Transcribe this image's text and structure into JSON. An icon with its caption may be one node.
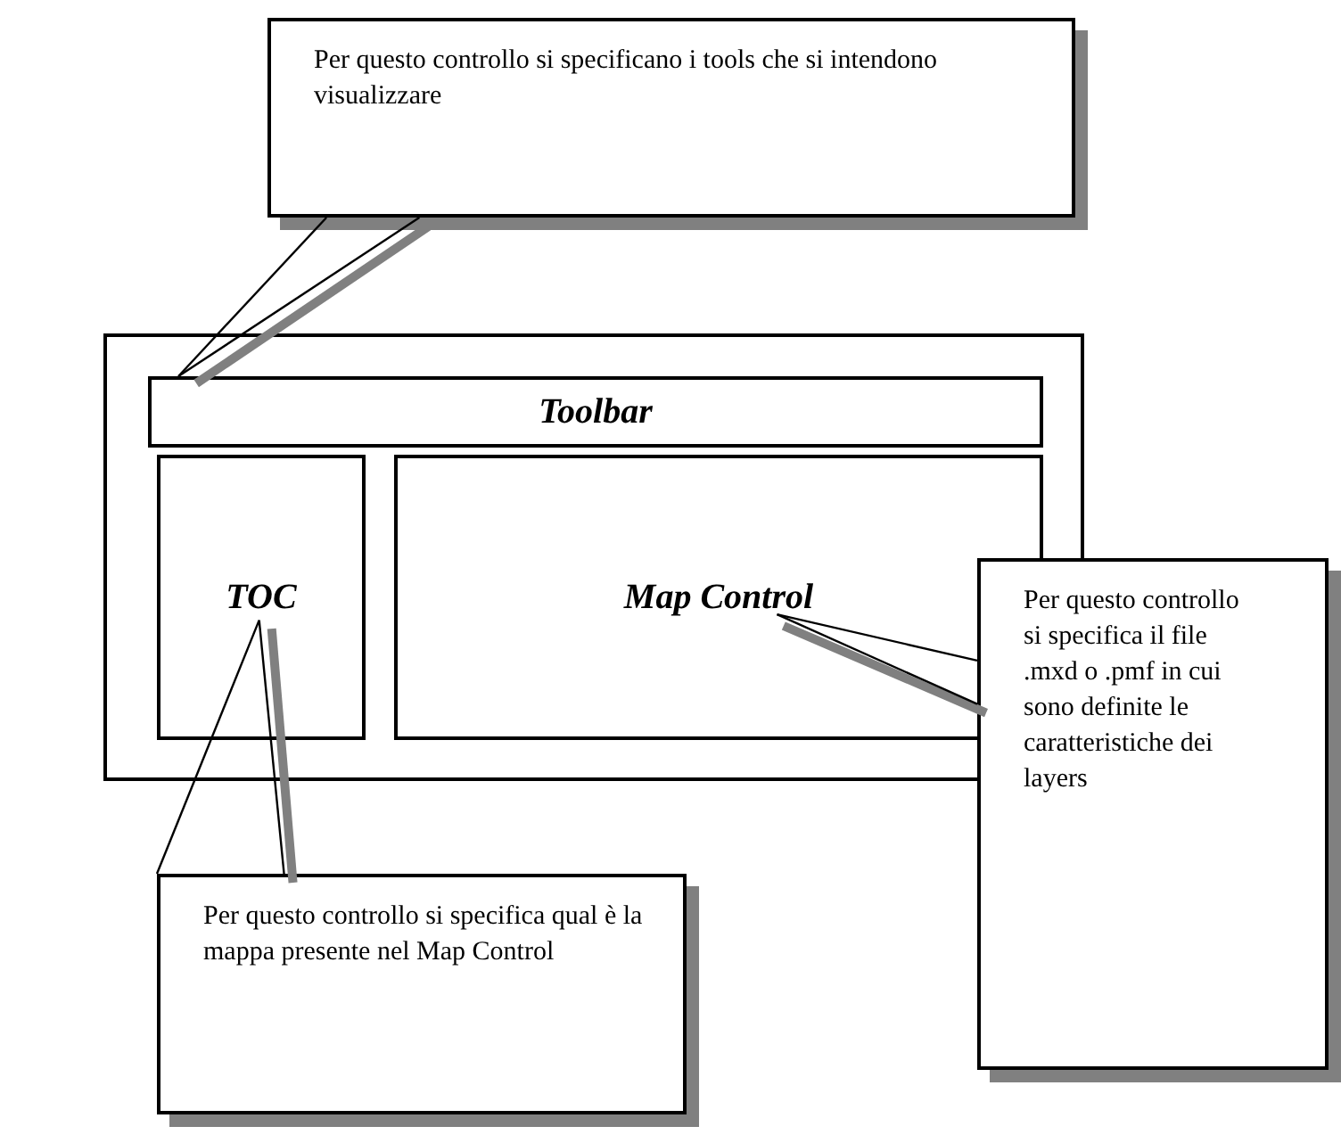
{
  "diagram": {
    "nodes": [
      {
        "text": [],
        "shape": "box"
      },
      {
        "text": [
          "Toolbar"
        ],
        "in": 0
      },
      {
        "text": [
          "TOC"
        ],
        "in": 0
      },
      {
        "text": [
          "Map Control"
        ],
        "in": 0
      },
      {
        "text": [
          "Per questo controllo si specificano i tools che si intendono visualizzare"
        ]
      },
      {
        "text": [
          "Per questo controllo si specifica il file .mxd o .pmf in cui sono definite le caratteristiche dei layers"
        ]
      },
      {
        "text": [
          "Per questo controllo si specifica qual è la mappa presente nel Map Control"
        ]
      }
    ],
    "edges": [
      {
        "from": 4,
        "to": 1,
        "arrow": "none"
      },
      {
        "from": 5,
        "to": 3,
        "arrow": "none"
      },
      {
        "from": 6,
        "to": 2,
        "arrow": "none"
      }
    ]
  }
}
